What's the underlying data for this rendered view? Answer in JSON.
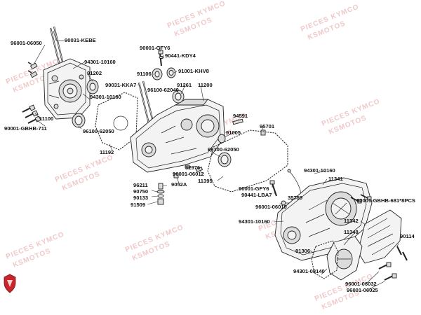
{
  "watermark": {
    "line1": "PIECES KYMCO",
    "line2": "KSMOTOS"
  },
  "labels": [
    "90031-KEBE",
    "96001-06050",
    "94301-10160",
    "91202",
    "94301-10160",
    "11100",
    "90001-GBHB-711",
    "96100-62050",
    "11192",
    "90001-GFY6",
    "90441-KDY4",
    "91106",
    "91001-KHV8",
    "90031-KKA7",
    "96100-62040",
    "91261",
    "11200",
    "94591",
    "91005",
    "95701",
    "96100-62050",
    "32976",
    "96001-06012",
    "9052A",
    "11395",
    "96211",
    "90750",
    "90133",
    "91509",
    "94301-10160",
    "11341",
    "90001-GFY6",
    "90441-LBA7",
    "35759",
    "96001-06010",
    "90001-GBHB-681*8PCS",
    "94301-10160",
    "11342",
    "11348",
    "90114",
    "91306",
    "94301-08140",
    "96001-06032",
    "96001-06025"
  ],
  "colors": {
    "line": "#222222",
    "watermark": "#f0c8c8",
    "logo": "#c8262c"
  },
  "icons": {
    "logo": "kymco-shield-logo-icon"
  }
}
